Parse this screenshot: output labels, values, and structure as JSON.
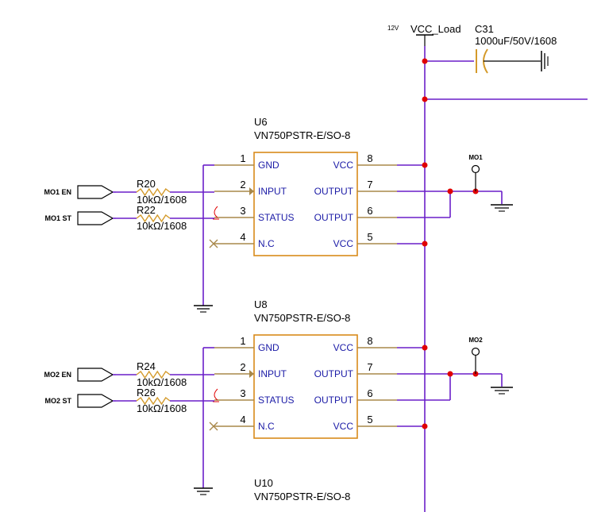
{
  "colors": {
    "wire": "#6a1fc9",
    "pin": "#a8884a",
    "chip_border": "#d98a1a",
    "pin_label": "#1a1aa6",
    "junction": "#e00000",
    "resistor": "#d49a2a",
    "port": "#000000",
    "text": "#000000"
  },
  "power": {
    "voltage": "12V",
    "net": "VCC_Load"
  },
  "capacitor": {
    "ref": "C31",
    "value": "1000uF/50V/1608"
  },
  "chips": [
    {
      "ref": "U6",
      "part": "VN750PSTR-E/SO-8",
      "left_pins": [
        {
          "num": "1",
          "name": "GND"
        },
        {
          "num": "2",
          "name": "INPUT"
        },
        {
          "num": "3",
          "name": "STATUS"
        },
        {
          "num": "4",
          "name": "N.C"
        }
      ],
      "right_pins": [
        {
          "num": "8",
          "name": "VCC"
        },
        {
          "num": "7",
          "name": "OUTPUT"
        },
        {
          "num": "6",
          "name": "OUTPUT"
        },
        {
          "num": "5",
          "name": "VCC"
        }
      ],
      "ports": [
        "MO1 EN",
        "MO1 ST"
      ],
      "resistors": [
        {
          "ref": "R20",
          "value": "10kΩ/1608"
        },
        {
          "ref": "R22",
          "value": "10kΩ/1608"
        }
      ],
      "output_net": "MO1"
    },
    {
      "ref": "U8",
      "part": "VN750PSTR-E/SO-8",
      "left_pins": [
        {
          "num": "1",
          "name": "GND"
        },
        {
          "num": "2",
          "name": "INPUT"
        },
        {
          "num": "3",
          "name": "STATUS"
        },
        {
          "num": "4",
          "name": "N.C"
        }
      ],
      "right_pins": [
        {
          "num": "8",
          "name": "VCC"
        },
        {
          "num": "7",
          "name": "OUTPUT"
        },
        {
          "num": "6",
          "name": "OUTPUT"
        },
        {
          "num": "5",
          "name": "VCC"
        }
      ],
      "ports": [
        "MO2 EN",
        "MO2 ST"
      ],
      "resistors": [
        {
          "ref": "R24",
          "value": "10kΩ/1608"
        },
        {
          "ref": "R26",
          "value": "10kΩ/1608"
        }
      ],
      "output_net": "MO2"
    }
  ],
  "next_chip": {
    "ref": "U10",
    "part": "VN750PSTR-E/SO-8"
  }
}
